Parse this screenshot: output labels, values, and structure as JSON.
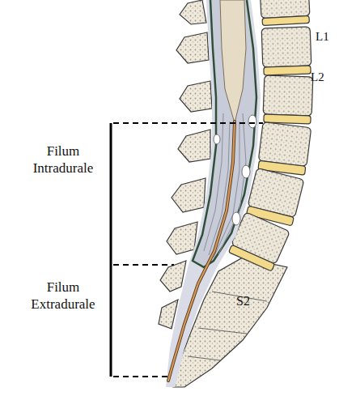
{
  "diagram": {
    "labels": [
      "L1",
      "L2",
      "Filum Intradurale",
      "Filum Extradurale",
      "S2"
    ]
  }
}
